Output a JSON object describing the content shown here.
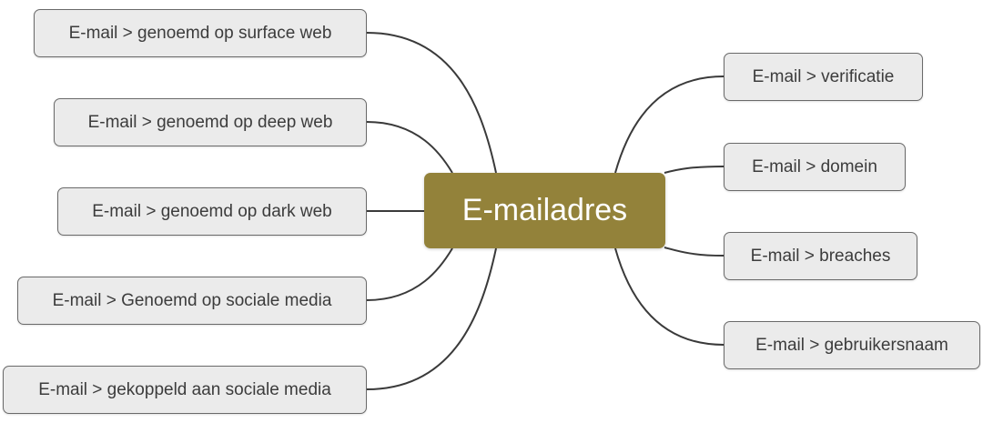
{
  "center": {
    "label": "E-mailadres",
    "color": "#93823a"
  },
  "left_nodes": [
    {
      "label": "E-mail > genoemd op surface web"
    },
    {
      "label": "E-mail > genoemd op deep web"
    },
    {
      "label": "E-mail > genoemd op dark web"
    },
    {
      "label": "E-mail > Genoemd op sociale media"
    },
    {
      "label": "E-mail > gekoppeld aan sociale media"
    }
  ],
  "right_nodes": [
    {
      "label": "E-mail > verificatie"
    },
    {
      "label": "E-mail > domein"
    },
    {
      "label": "E-mail > breaches"
    },
    {
      "label": "E-mail > gebruikersnaam"
    }
  ],
  "colors": {
    "node_fill": "#ebebeb",
    "node_border": "#6a6a6a",
    "connector": "#3a3a3a",
    "text": "#3c3c3c"
  }
}
